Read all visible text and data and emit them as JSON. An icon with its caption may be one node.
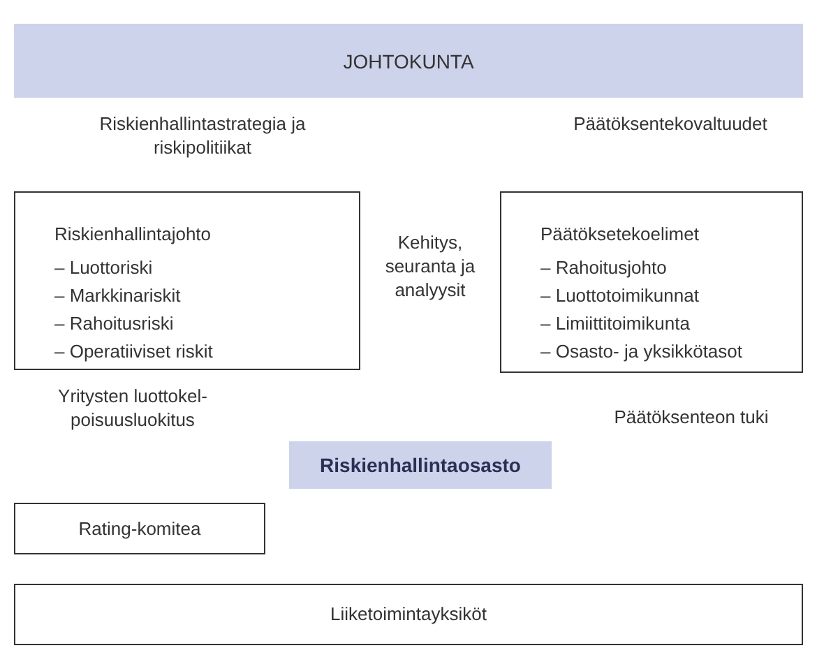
{
  "diagram": {
    "nodes": [
      {
        "text": [
          "JOHTOKUNTA"
        ]
      },
      {
        "text": [
          "Riskienhallintajohto",
          "– Luottoriski",
          "– Markkinariskit",
          "– Rahoitusriski",
          "– Operatiiviset riskit"
        ]
      },
      {
        "text": [
          "Päätöksetekoelimet",
          "– Rahoitusjohto",
          "– Luottotoimikunnat",
          "– Limiittitoimikunta",
          "– Osasto- ja yksikkötasot"
        ]
      },
      {
        "text": [
          "Riskienhallintaosasto"
        ]
      },
      {
        "text": [
          "Rating-komitea"
        ]
      },
      {
        "text": [
          "Liiketoimintayksiköt"
        ]
      }
    ],
    "edges": [],
    "labels": [
      "Riskienhallintastrategia ja riskipolitiikat",
      "Päätöksentekovaltuudet",
      "Kehitys, seuranta ja analyysit",
      "Yritysten luottokel- poisuusluokitus",
      "Päätöksenteon tuki"
    ]
  }
}
